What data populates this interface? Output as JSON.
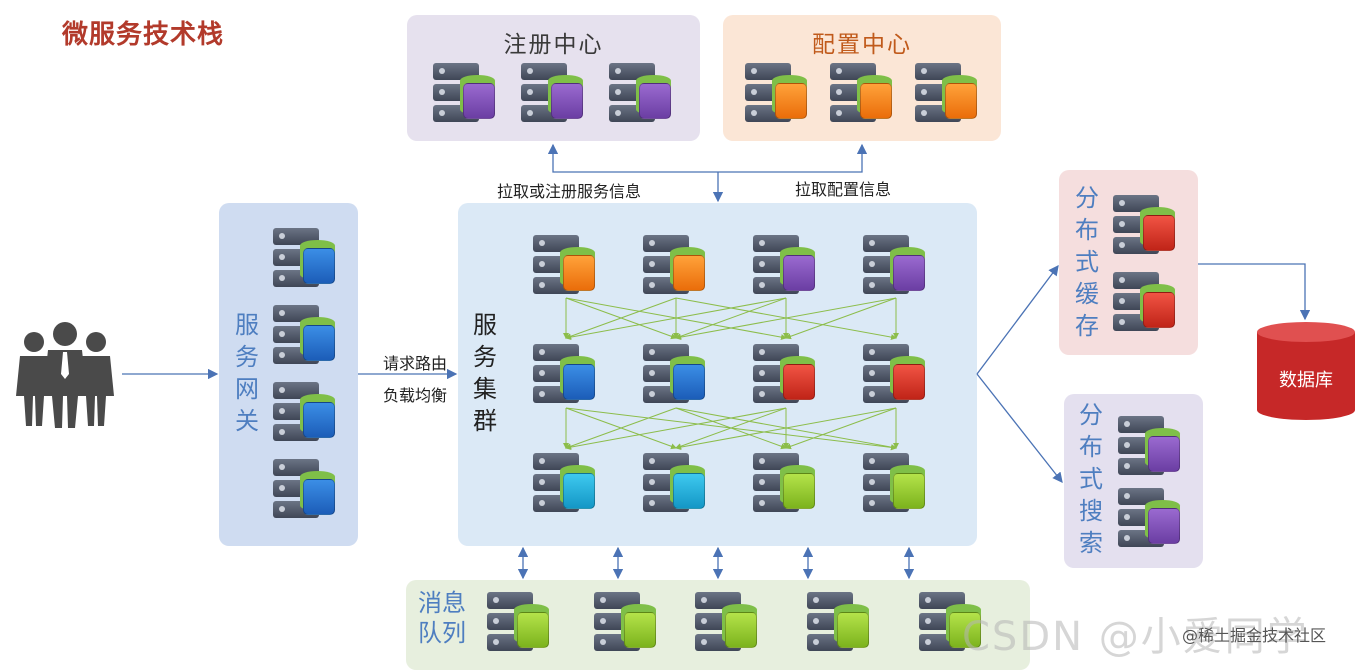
{
  "title": "微服务技术栈",
  "panels": {
    "registry": "注册中心",
    "config": "配置中心",
    "gateway": "服务网关",
    "cluster": "服务集群",
    "cache": "分布式缓存",
    "search": "分布式搜索",
    "mq": "消息队列"
  },
  "labels": {
    "pull_register": "拉取或注册服务信息",
    "pull_config": "拉取配置信息",
    "route": "请求路由",
    "balance": "负载均衡"
  },
  "database": "数据库",
  "watermark": "CSDN @小爱同学",
  "watermark2": "@稀土掘金技术社区",
  "colors": {
    "purple": "#7b4bb8",
    "orange": "#f58220",
    "blue": "#2a72d0",
    "red": "#d63a2a",
    "cyan": "#26b0de",
    "green": "#95c936"
  }
}
